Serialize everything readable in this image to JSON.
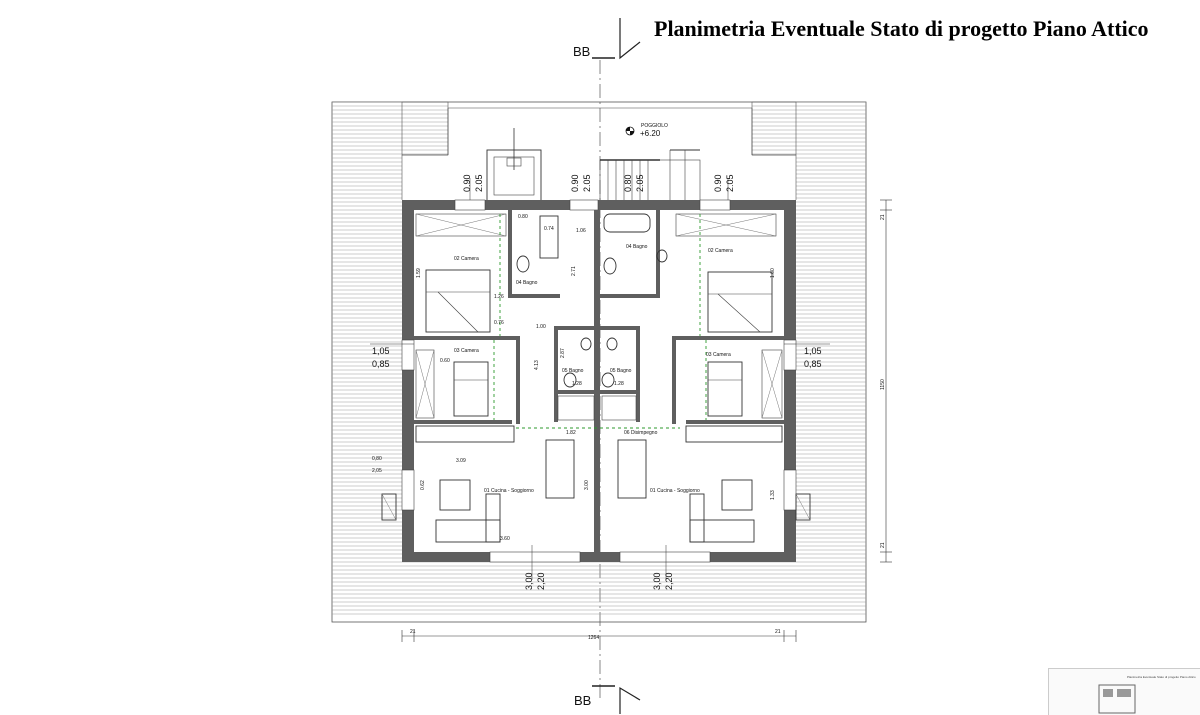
{
  "title": "Planimetria Eventuale Stato di progetto Piano Attico",
  "section": {
    "top": "BB",
    "bottom": "BB"
  },
  "terrace": {
    "name": "POGGIOLO",
    "level": "+6.20"
  },
  "rooms": {
    "camera_02_left": "02 Camera",
    "camera_02_right": "02 Camera",
    "camera_03_left": "03 Camera",
    "camera_03_right": "03 Camera",
    "bagno_04_left": "04 Bagno",
    "bagno_04_right": "04 Bagno",
    "bagno_05_left": "05 Bagno",
    "bagno_05_right": "05 Bagno",
    "disimpegno": "06 Disimpegno",
    "cucina_left": "01 Cucina - Soggiorno",
    "cucina_right": "01 Cucina - Soggiorno"
  },
  "dimensions": {
    "window_top_1": [
      "0.90",
      "2.05"
    ],
    "window_top_2": [
      "0.90",
      "2.05"
    ],
    "window_top_3": [
      "0.80",
      "2.05"
    ],
    "window_top_4": [
      "0.90",
      "2.05"
    ],
    "window_side_left": [
      "1,05",
      "0,85"
    ],
    "window_side_right": [
      "1,05",
      "0,85"
    ],
    "window_side_low_left": [
      "0,80",
      "2,05"
    ],
    "door_bottom_left": [
      "3,00",
      "2,20"
    ],
    "door_bottom_right": [
      "3,00",
      "2,20"
    ],
    "overall_width": "1264",
    "wall_left": "21",
    "wall_right": "21",
    "overall_height": "1150",
    "wall_top": "21",
    "wall_bottom": "21",
    "inner": [
      "0.74",
      "1.06",
      "2.71",
      "0.80",
      "1.59",
      "1.26",
      "1.60",
      "4.13",
      "1.00",
      "2.87",
      "1.28",
      "1.82",
      "3.09",
      "1.28",
      "0.62",
      "1.33",
      "0.76",
      "0.60",
      "3.00",
      "3.60"
    ]
  },
  "thumbnail_caption": "Planimetria Eventuale Stato di progetto Piano Attico"
}
